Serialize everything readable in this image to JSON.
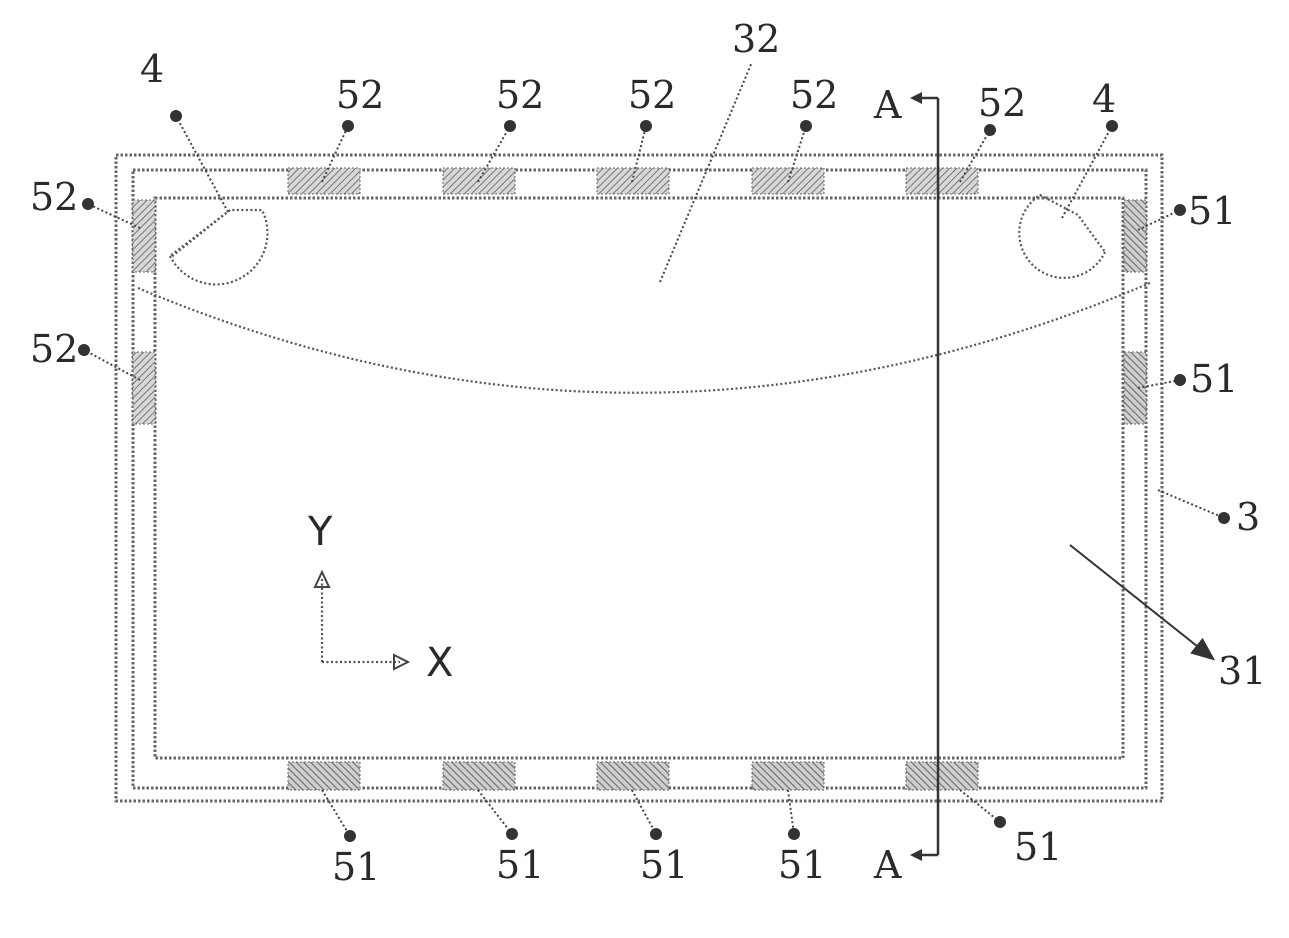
{
  "diagram": {
    "labels": {
      "ref_4_left": "4",
      "ref_4_right": "4",
      "ref_32": "32",
      "ref_3": "3",
      "ref_31": "31",
      "section_top": "A",
      "section_bottom": "A",
      "axis_y": "Y",
      "axis_x": "X"
    },
    "top_pads": [
      "52",
      "52",
      "52",
      "52",
      "52"
    ],
    "left_pads": [
      "52",
      "52"
    ],
    "right_pads": [
      "51",
      "51"
    ],
    "bottom_pads": [
      "51",
      "51",
      "51",
      "51",
      "51"
    ]
  }
}
